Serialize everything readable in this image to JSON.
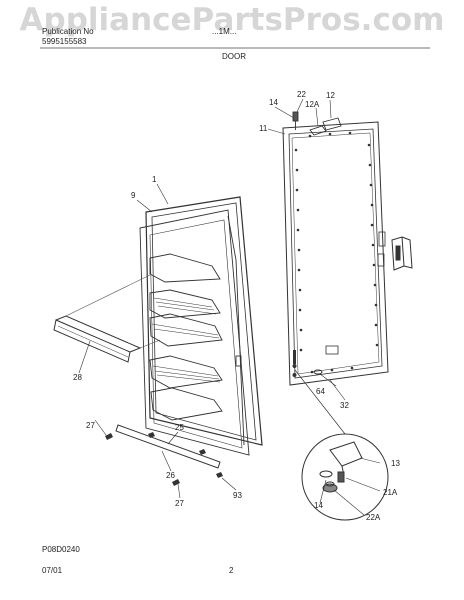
{
  "watermark": "AppliancePartsPros.com",
  "header": {
    "model_label": "Publication No",
    "model_number": "5995155583",
    "model_right": "...1M...",
    "section_title": "DOOR"
  },
  "footer": {
    "diagram_code": "P08D0240",
    "date": "07/01",
    "page_number": "2"
  },
  "callouts": {
    "c1": "1",
    "c9": "9",
    "c11": "11",
    "c12": "12",
    "c12a": "12A",
    "c13": "13",
    "c14a": "14",
    "c14b": "14",
    "c21a": "21A",
    "c22": "22",
    "c22a": "22A",
    "c25": "25",
    "c26": "26",
    "c27a": "27",
    "c27b": "27",
    "c28": "28",
    "c32": "32",
    "c64": "64",
    "c93": "93"
  }
}
